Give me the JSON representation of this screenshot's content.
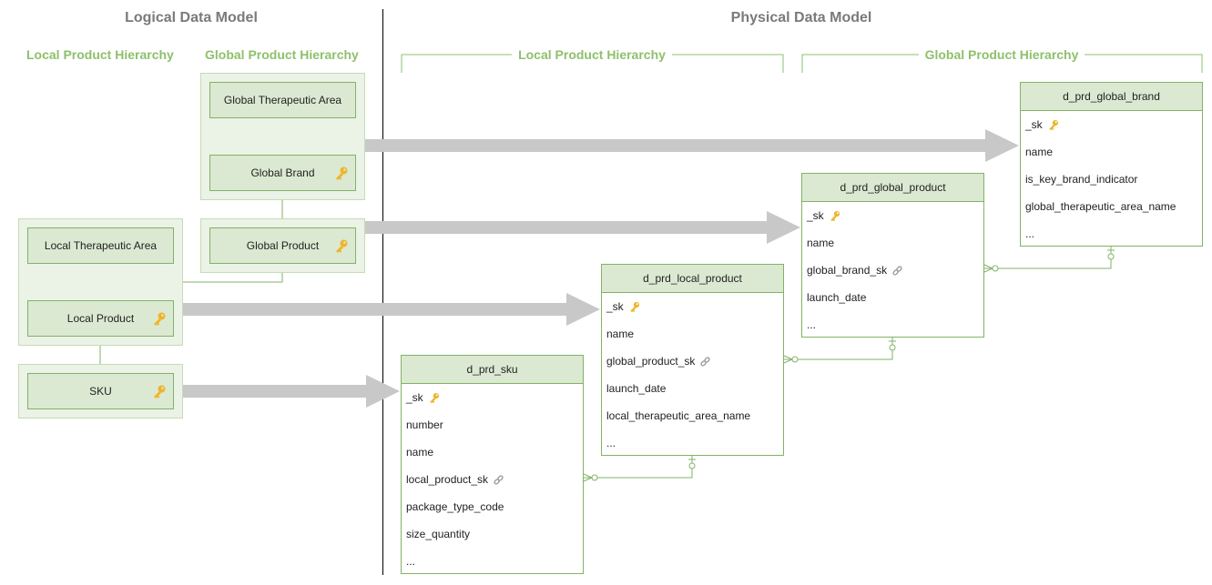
{
  "headings": {
    "logical": "Logical Data Model",
    "physical": "Physical Data Model"
  },
  "subheadings": {
    "logical_local": "Local Product Hierarchy",
    "logical_global": "Global Product Hierarchy",
    "physical_local": "Local Product Hierarchy",
    "physical_global": "Global Product Hierarchy"
  },
  "logical": {
    "global_therapeutic_area": "Global Therapeutic Area",
    "global_brand": "Global Brand",
    "global_product": "Global Product",
    "local_therapeutic_area": "Local Therapeutic Area",
    "local_product": "Local Product",
    "sku": "SKU"
  },
  "tables": {
    "global_brand": {
      "name": "d_prd_global_brand",
      "rows": [
        "_sk",
        "name",
        "is_key_brand_indicator",
        "global_therapeutic_area_name",
        "..."
      ]
    },
    "global_product": {
      "name": "d_prd_global_product",
      "rows": [
        "_sk",
        "name",
        "global_brand_sk",
        "launch_date",
        "..."
      ]
    },
    "local_product": {
      "name": "d_prd_local_product",
      "rows": [
        "_sk",
        "name",
        "global_product_sk",
        "launch_date",
        "local_therapeutic_area_name",
        "..."
      ]
    },
    "sku": {
      "name": "d_prd_sku",
      "rows": [
        "_sk",
        "number",
        "name",
        "local_product_sk",
        "package_type_code",
        "size_quantity",
        "..."
      ]
    }
  },
  "colors": {
    "accent_green": "#8ec06c",
    "entity_fill": "#dbe9d2",
    "entity_border": "#82b366",
    "arrow_gray": "#c8c8c8",
    "key_gold": "#f0b429",
    "link_gray": "#999999"
  },
  "icons": {
    "primary_key": "key-icon",
    "foreign_key": "link-icon"
  }
}
